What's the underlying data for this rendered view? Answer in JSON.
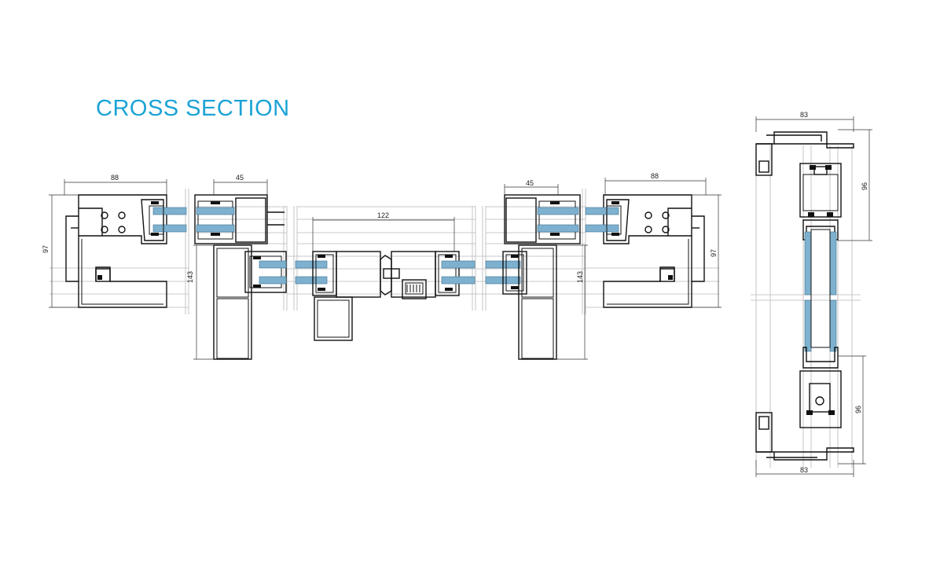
{
  "title": "CROSS SECTION",
  "colors": {
    "title": "#1ba3d6",
    "glass": "#7eb1cf",
    "line": "#111111",
    "guide": "#b8b8b8"
  },
  "dimensions": {
    "left_width": "88",
    "left_height": "97",
    "left_sash_width": "45",
    "left_sash_height": "143",
    "center_width": "122",
    "right_sash_width": "45",
    "right_sash_height": "143",
    "right_width": "88",
    "right_height": "97",
    "vertical_top_width": "83",
    "vertical_top_height": "96",
    "vertical_bottom_height": "96",
    "vertical_bottom_width": "83"
  }
}
